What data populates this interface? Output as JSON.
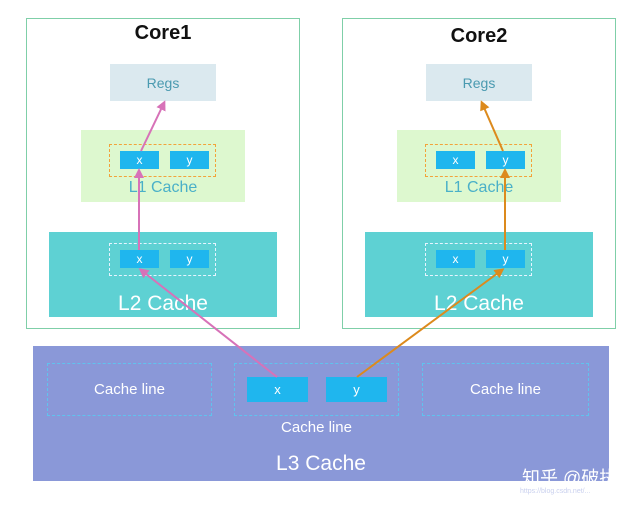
{
  "core1": {
    "title": "Core1",
    "regs": "Regs",
    "l1_label": "L1 Cache",
    "l2_label": "L2 Cache",
    "l1_cells": [
      "x",
      "y"
    ],
    "l2_cells": [
      "x",
      "y"
    ]
  },
  "core2": {
    "title": "Core2",
    "regs": "Regs",
    "l1_label": "L1 Cache",
    "l2_label": "L2 Cache",
    "l1_cells": [
      "x",
      "y"
    ],
    "l2_cells": [
      "x",
      "y"
    ]
  },
  "l3": {
    "label": "L3 Cache",
    "left_line": "Cache line",
    "center_line": "Cache line",
    "right_line": "Cache line",
    "center_cells": [
      "x",
      "y"
    ]
  },
  "watermark": {
    "text": "知乎 @破执",
    "url": "https://blog.csdn.net/..."
  },
  "colors": {
    "core1_arrow": "#d772b8",
    "core2_arrow": "#dc8a1d"
  }
}
